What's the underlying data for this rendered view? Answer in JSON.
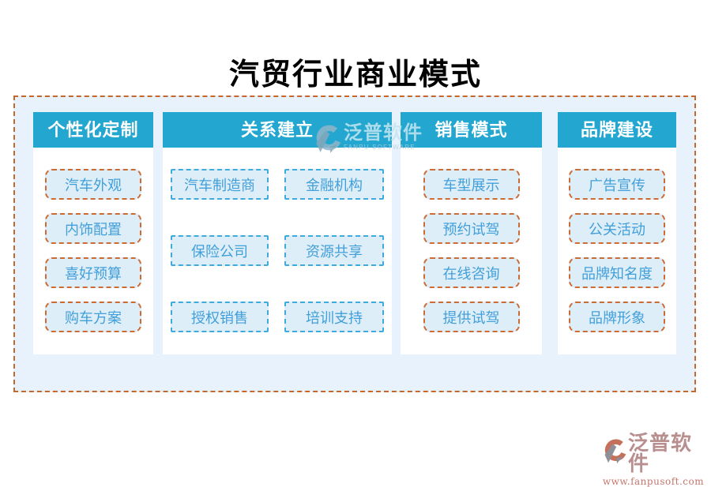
{
  "title": "汽贸行业商业模式",
  "colors": {
    "header_bg": "#23A7D0",
    "container_bg": "#E7F2FC",
    "container_border_orange": "#C5682E",
    "item_bg": "#DEEEF9",
    "item_text_blue": "#419FD9",
    "item_border_orange": "#CC6B33",
    "item_border_blue": "#41AADC",
    "footer_text_rose": "#B98E8E",
    "footer_url_red": "#C4766E"
  },
  "columns": [
    {
      "header": "个性化定制",
      "items": [
        "汽车外观",
        "内饰配置",
        "喜好预算",
        "购车方案"
      ]
    },
    {
      "header": "关系建立",
      "items": [
        "汽车制造商",
        "金融机构",
        "保险公司",
        "资源共享",
        "授权销售",
        "培训支持"
      ]
    },
    {
      "header": "销售模式",
      "items": [
        "车型展示",
        "预约试驾",
        "在线咨询",
        "提供试驾"
      ]
    },
    {
      "header": "品牌建设",
      "items": [
        "广告宣传",
        "公关活动",
        "品牌知名度",
        "品牌形象"
      ]
    }
  ],
  "watermark": {
    "name": "泛普软件",
    "subtitle": "FANPU SOFTWARE"
  },
  "footer_logo": {
    "name": "泛普软件",
    "url": "www.fanpusoft.com"
  }
}
